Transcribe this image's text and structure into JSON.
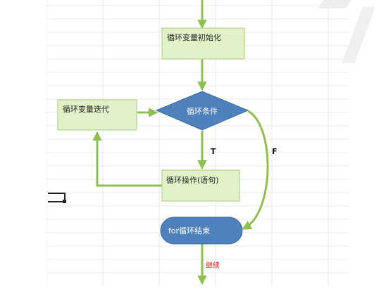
{
  "diagram": {
    "nodes": {
      "init": {
        "label": "循环变量初始化"
      },
      "cond": {
        "label": "循环条件"
      },
      "iter": {
        "label": "循环变量迭代"
      },
      "body": {
        "label": "循环操作(语句)"
      },
      "end": {
        "label": "for循环结束"
      }
    },
    "edges": {
      "true_label": "T",
      "false_label": "F",
      "continue_label": "继续"
    },
    "colors": {
      "box_fill": "#e2f2c8",
      "box_border": "#a9c97a",
      "arrow": "#8fbf4f",
      "diamond_fill": "#4f81bd",
      "terminal_fill": "#4f81bd",
      "grid": "#d8d8d8",
      "continue_text": "#e01010"
    }
  }
}
